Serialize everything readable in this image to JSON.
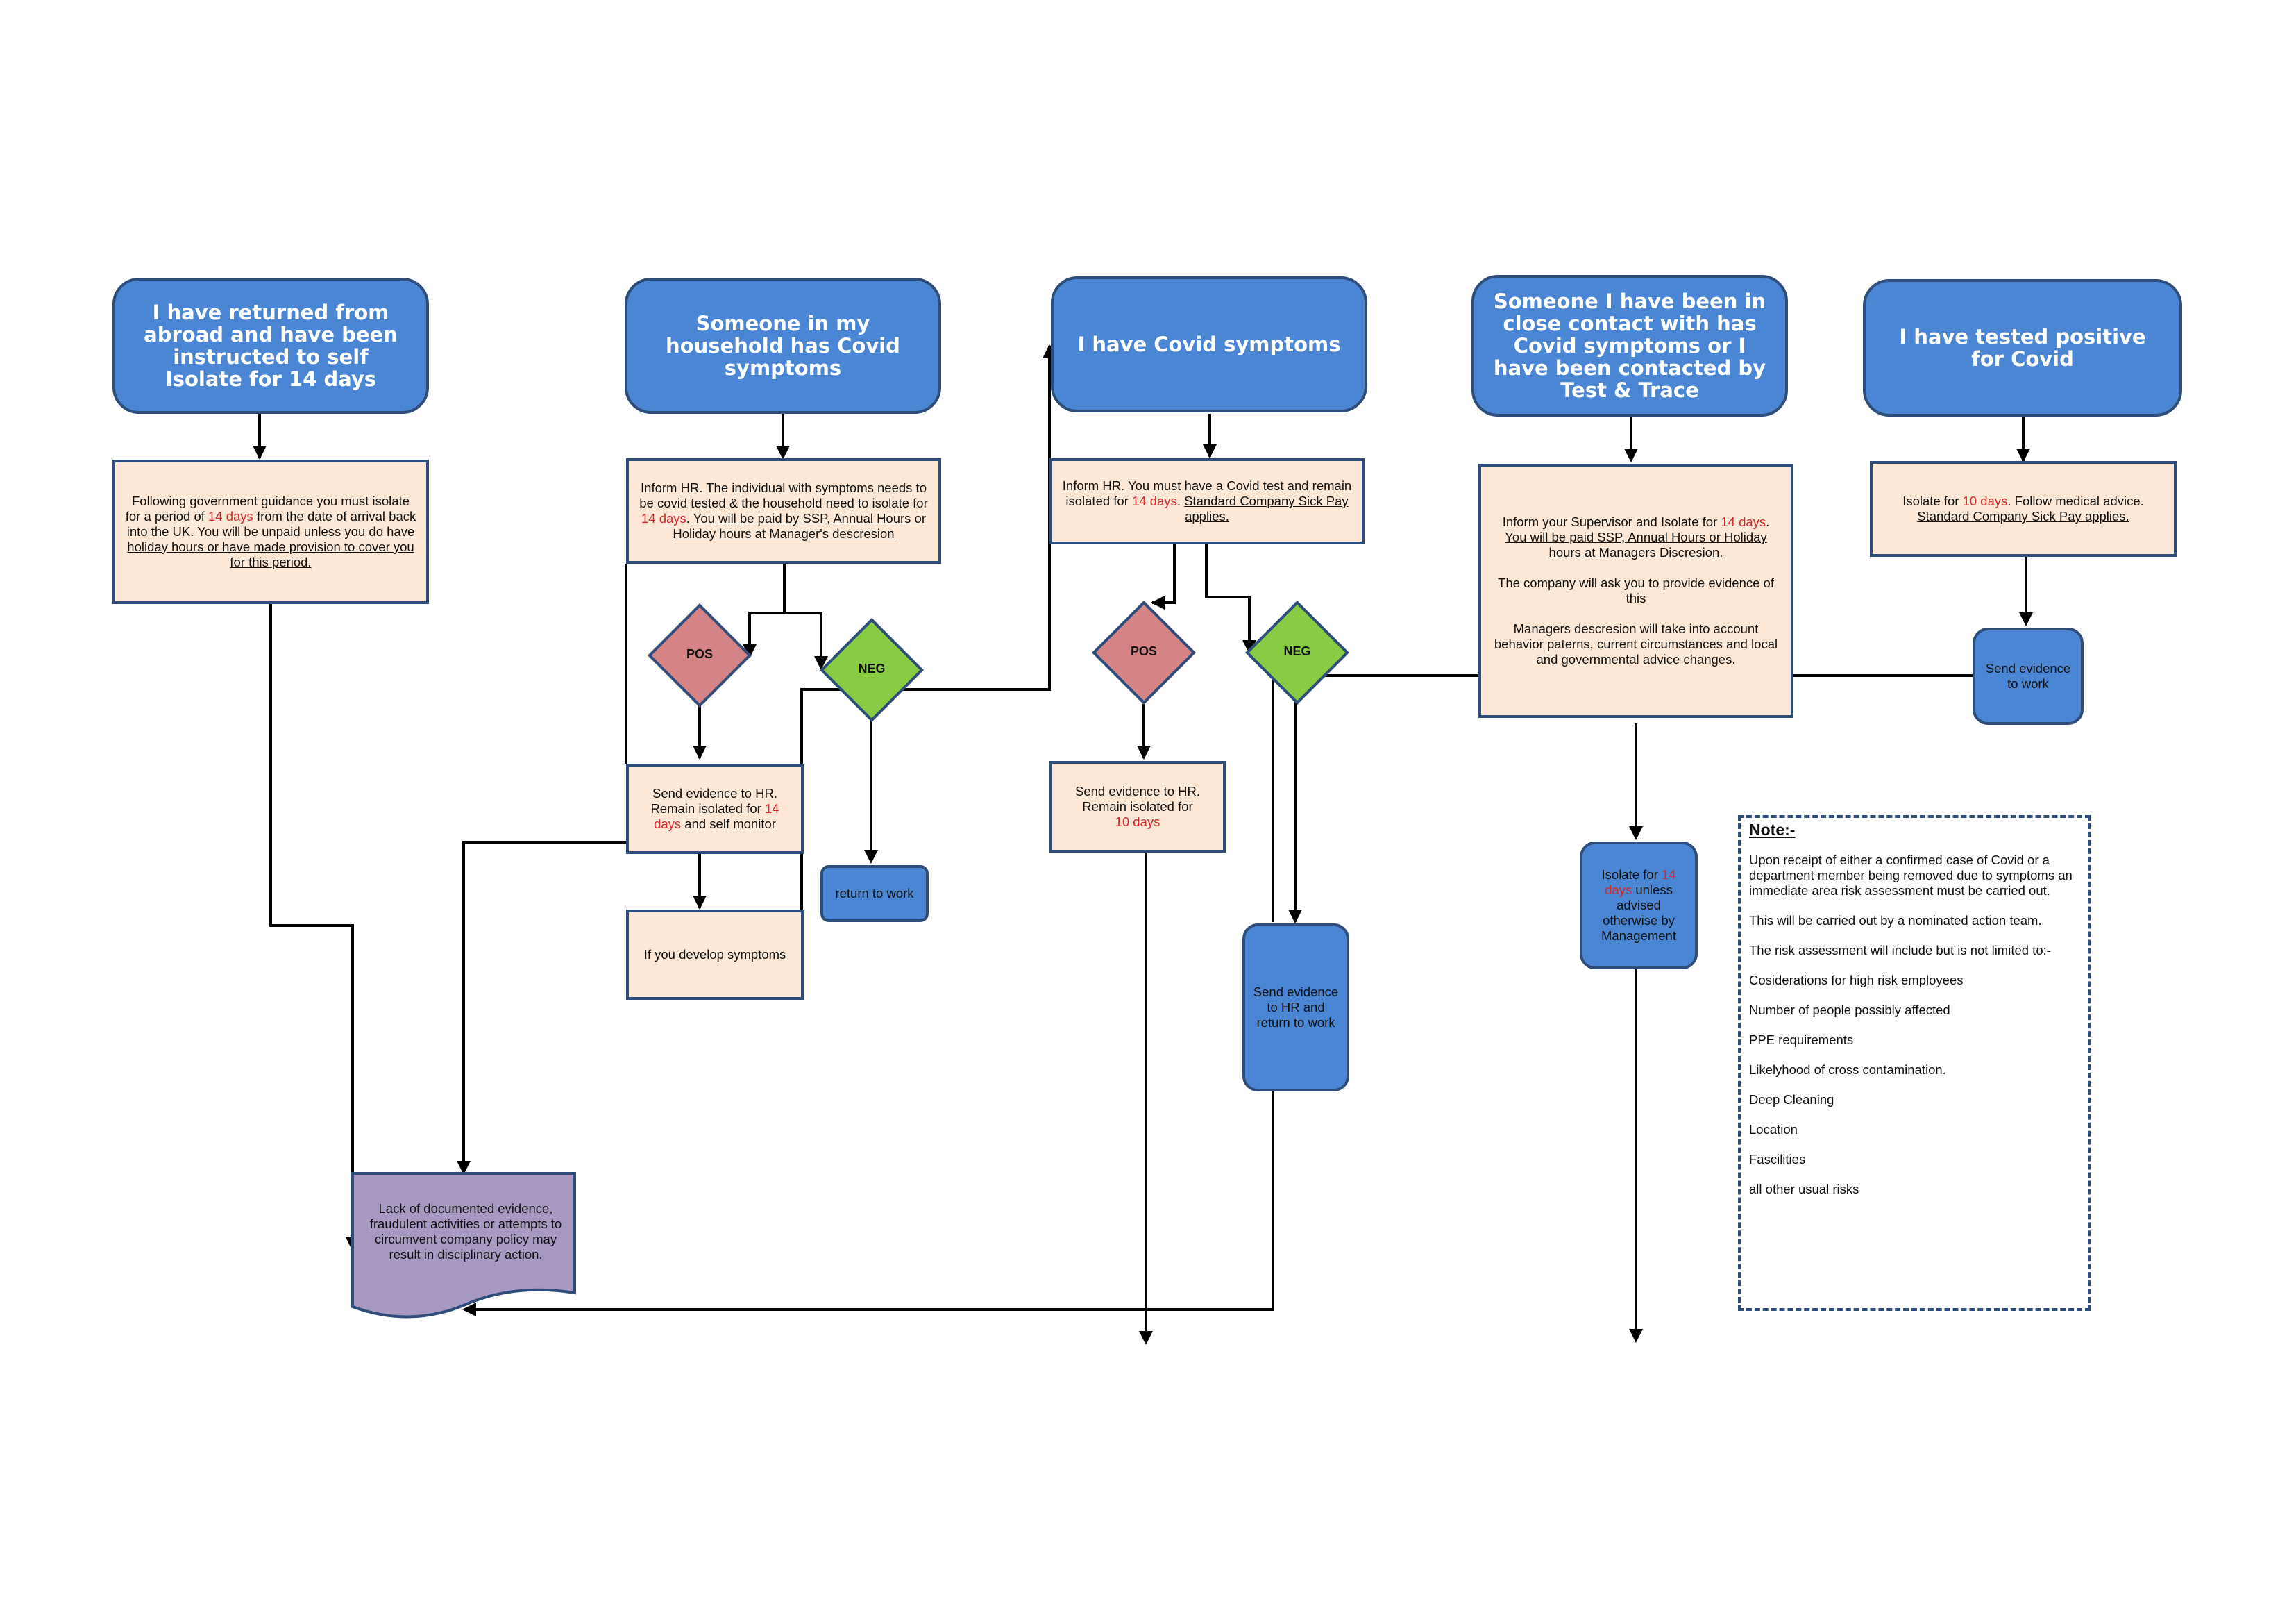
{
  "headers": {
    "abroad": "I have returned from abroad and have been instructed to self Isolate for 14 days",
    "household": "Someone in my household has Covid symptoms",
    "symptoms": "I have Covid symptoms",
    "close_contact": "Someone I have been in close contact with has Covid symptoms or I have been contacted by Test & Trace",
    "tested_positive": "I have tested positive for Covid"
  },
  "boxes": {
    "abroad": {
      "t1": "Following government guidance you must isolate for a period of ",
      "r1": "14 days",
      "t2": " from the date of arrival back into the UK. ",
      "u1": "You will be unpaid unless you do have holiday hours or have made provision to cover you for this period. "
    },
    "household": {
      "t1": "Inform HR. The individual with symptoms needs to be covid tested & the household need to isolate for ",
      "r1": "14 days",
      "t2": ". ",
      "u1": "You will be paid  by SSP, Annual Hours or Holiday hours at Manager's descresion"
    },
    "symptoms": {
      "t1": "Inform HR. You must have a Covid test and remain isolated for ",
      "r1": "14 days",
      "t2": ". ",
      "u1": "Standard Company Sick Pay applies."
    },
    "close_contact": {
      "t1": "Inform your Supervisor and Isolate for ",
      "r1": "14 days",
      "t2": ". ",
      "u1": "You will be paid  SSP, Annual Hours or Holiday hours at Managers Discresion.",
      "p2": "The company will ask you to provide evidence of this",
      "p3": "Managers descresion will take into  account behavior paterns, current circumstances and local and governmental advice changes."
    },
    "tested_positive": {
      "t1": "Isolate for ",
      "r1": "10 days",
      "t2": ". Follow medical advice. ",
      "u1": "Standard Company Sick Pay applies."
    },
    "household_pos": {
      "t1": "Send evidence to HR. Remain isolated for ",
      "r1": "14 days",
      "t2": " and self monitor"
    },
    "develop_symptoms": "If you develop symptoms",
    "symptoms_pos": {
      "t1": "Send evidence to HR. Remain isolated for ",
      "r1": "10 days"
    },
    "isolate_14": {
      "t1": "Isolate for ",
      "r1": "14 days",
      "t2": " unless advised otherwise by Management"
    }
  },
  "decisions": {
    "household_pos": "POS",
    "household_neg": "NEG",
    "symptoms_pos": "POS",
    "symptoms_neg": "NEG"
  },
  "actions": {
    "return_to_work": "return to work",
    "send_evidence_hr_return": "Send evidence to HR and return to work",
    "send_evidence_to_work": "Send evidence  to work"
  },
  "lack_evidence": "Lack of documented evidence, fraudulent activities or attempts to circumvent company policy may result in disciplinary action.",
  "note": {
    "title": "Note:-",
    "paragraphs": [
      "Upon receipt of either a confirmed case of Covid or a department member being removed due to symptoms an immediate area risk assessment must be carried out.",
      "This will be carried out by a nominated action team.",
      "The risk assessment will include but is not limited to:-",
      "Cosiderations for high risk employees",
      "Number of people possibly affected",
      "PPE requirements",
      "Likelyhood of cross contamination.",
      "Deep Cleaning",
      "Location",
      "Fascilities",
      "all other usual risks"
    ]
  },
  "colors": {
    "header_fill": "#4a86d4",
    "box_fill": "#fde8d7",
    "pos_fill": "#d48484",
    "neg_fill": "#88cc44",
    "doc_fill": "#a899c2",
    "outline": "#2f4d7a",
    "highlight_text": "#d42a2a"
  }
}
